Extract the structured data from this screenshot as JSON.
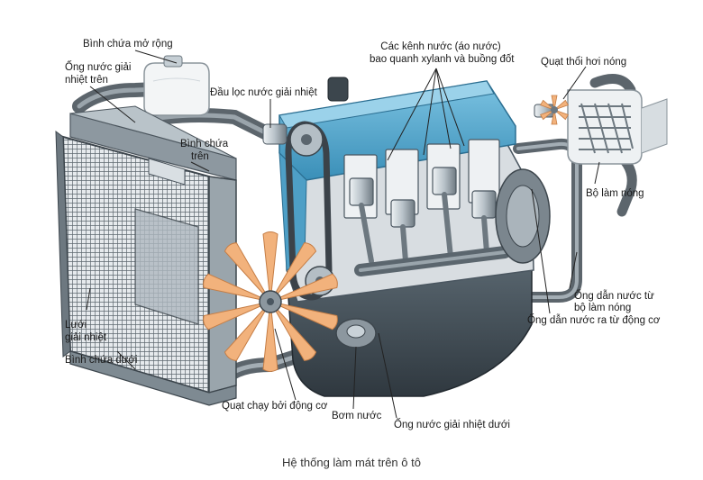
{
  "caption": "Hệ thống làm mát trên ô tô",
  "labels": {
    "expansion_tank": "Bình chứa mở rộng",
    "upper_hose_l1": "Ống nước giải",
    "upper_hose_l2": "nhiệt trên",
    "thermostat": "Đầu lọc nước giải nhiệt",
    "upper_tank_l1": "Bình chứa",
    "upper_tank_l2": "trên",
    "water_jackets_l1": "Các kênh nước (áo nước)",
    "water_jackets_l2": "bao quanh xylanh và buồng đốt",
    "heater_fan": "Quạt thổi hơi nóng",
    "heater": "Bộ làm nóng",
    "heater_return_l1": "Ống dẫn nước từ",
    "heater_return_l2": "bộ làm nóng",
    "engine_outlet": "Ống dẫn nước ra từ động cơ",
    "core_l1": "Lưới",
    "core_l2": "giải nhiệt",
    "lower_tank": "Bình chứa dưới",
    "engine_fan": "Quạt chạy bởi động cơ",
    "water_pump": "Bơm nước",
    "lower_hose": "Ống nước giải nhiệt dưới"
  },
  "colors": {
    "engine_blue": "#5aaed3",
    "metal_dark": "#4a5660",
    "metal_mid": "#8c979f",
    "metal_light": "#c9d2d8",
    "fan_orange": "#f2b27c",
    "hose": "#5c656c"
  }
}
